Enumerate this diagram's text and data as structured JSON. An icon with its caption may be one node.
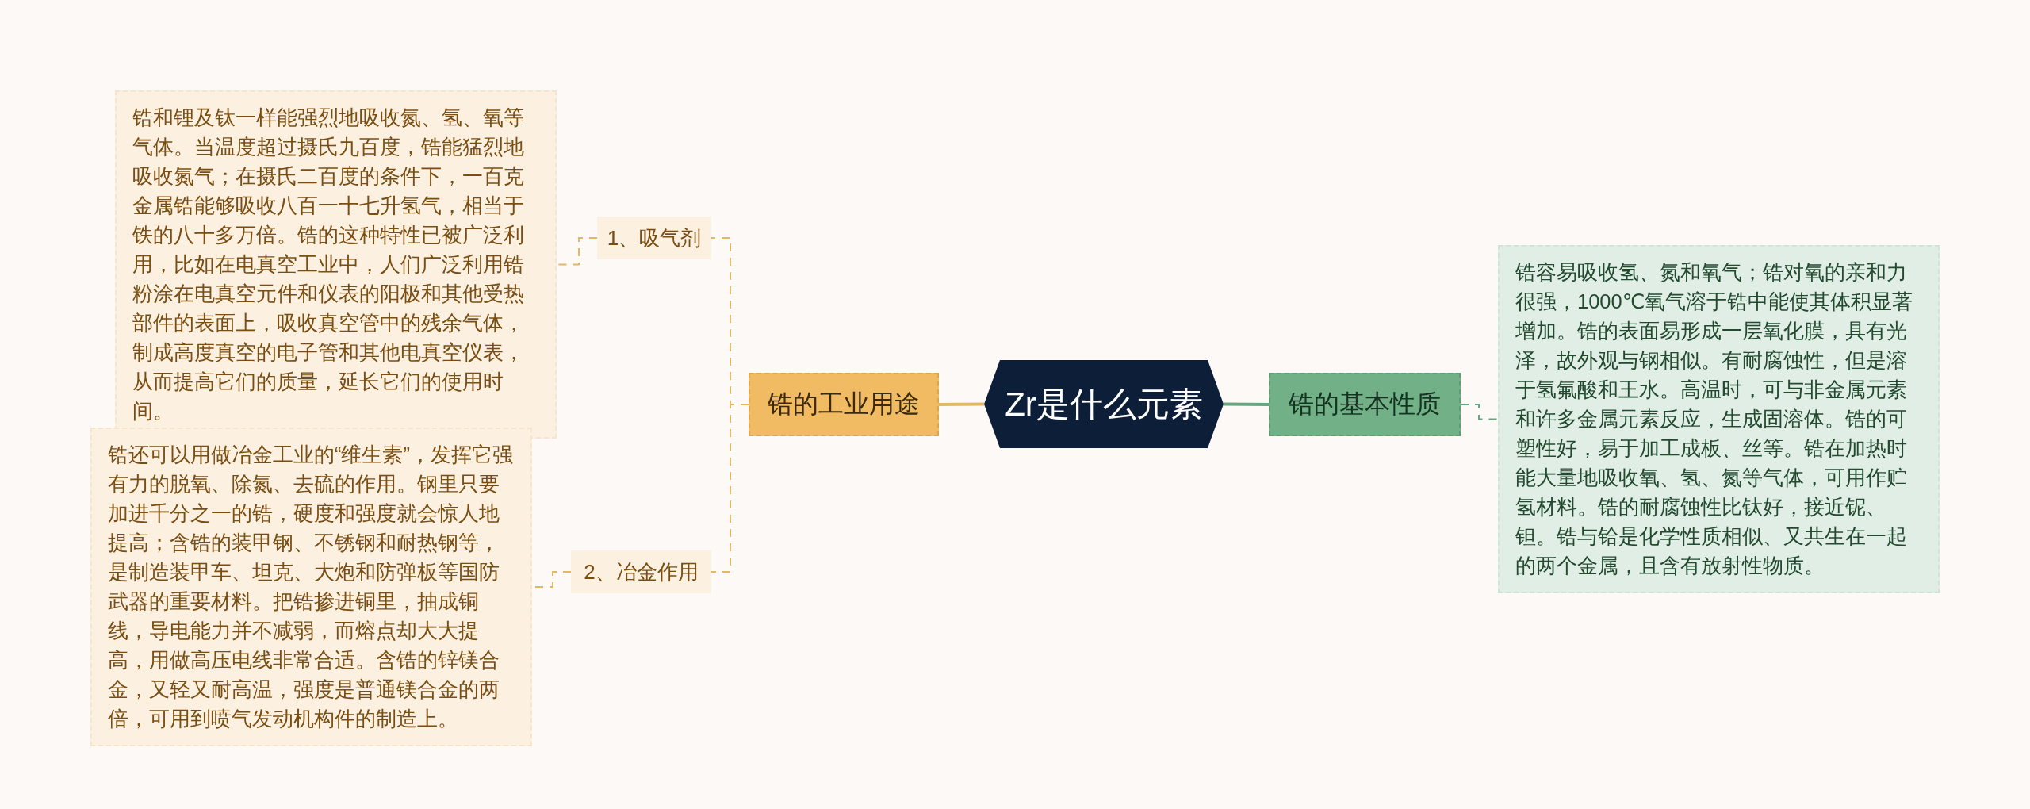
{
  "diagram": {
    "nodes": [
      {
        "text": [
          "Zr是什么元素"
        ]
      },
      {
        "text": [
          "锆的工业用途"
        ]
      },
      {
        "text": [
          "锆的基本性质"
        ]
      },
      {
        "text": [
          "锆容易吸收氢、氮和氧气；锆对氧的亲和力很强，1000℃氧气溶于锆中能使其体积显著增加。锆的表面易形成一层氧化膜，具有光泽，故外观与钢相似。有耐腐蚀性，但是溶于氢氟酸和王水。高温时，可与非金属元素和许多金属元素反应，生成固溶体。锆的可塑性好，易于加工成板、丝等。锆在加热时能大量地吸收氧、氢、氮等气体，可用作贮氢材料。锆的耐腐蚀性比钛好，接近铌、钽。锆与铪是化学性质相似、又共生在一起的两个金属，且含有放射性物质。"
        ]
      },
      {
        "text": [
          "1、吸气剂"
        ]
      },
      {
        "text": [
          "锆和锂及钛一样能强烈地吸收氮、氢、氧等气体。当温度超过摄氏九百度，锆能猛烈地吸收氮气；在摄氏二百度的条件下，一百克金属锆能够吸收八百一十七升氢气，相当于铁的八十多万倍。锆的这种特性已被广泛利用，比如在电真空工业中，人们广泛利用锆粉涂在电真空元件和仪表的阳极和其他受热部件的表面上，吸收真空管中的残余气体，制成高度真空的电子管和其他电真空仪表，从而提高它们的质量，延长它们的使用时间。"
        ]
      },
      {
        "text": [
          "2、冶金作用"
        ]
      },
      {
        "text": [
          "锆还可以用做冶金工业的“维生素”，发挥它强有力的脱氧、除氮、去硫的作用。钢里只要加进千分之一的锆，硬度和强度就会惊人地提高；含锆的装甲钢、不锈钢和耐热钢等，是制造装甲车、坦克、大炮和防弹板等国防武器的重要材料。把锆掺进铜里，抽成铜线，导电能力并不减弱，而熔点却大大提高，用做高压电线非常合适。含锆的锌镁合金，又轻又耐高温，强度是普通镁合金的两倍，可用到喷气发动机构件的制造上。"
        ]
      }
    ],
    "edges": [
      {
        "from": 0,
        "to": 1,
        "arrow": "none"
      },
      {
        "from": 0,
        "to": 2,
        "arrow": "none",
        "color": "#6aa582"
      },
      {
        "from": 2,
        "to": 3,
        "arrow": "none",
        "style": "dashed",
        "color": "#6aa582"
      },
      {
        "from": 1,
        "to": 4,
        "arrow": "none",
        "style": "dashed"
      },
      {
        "from": 1,
        "to": 6,
        "arrow": "none",
        "style": "dashed"
      },
      {
        "from": 4,
        "to": 5,
        "arrow": "none",
        "style": "dashed"
      },
      {
        "from": 6,
        "to": 7,
        "arrow": "none",
        "style": "dashed"
      }
    ]
  }
}
